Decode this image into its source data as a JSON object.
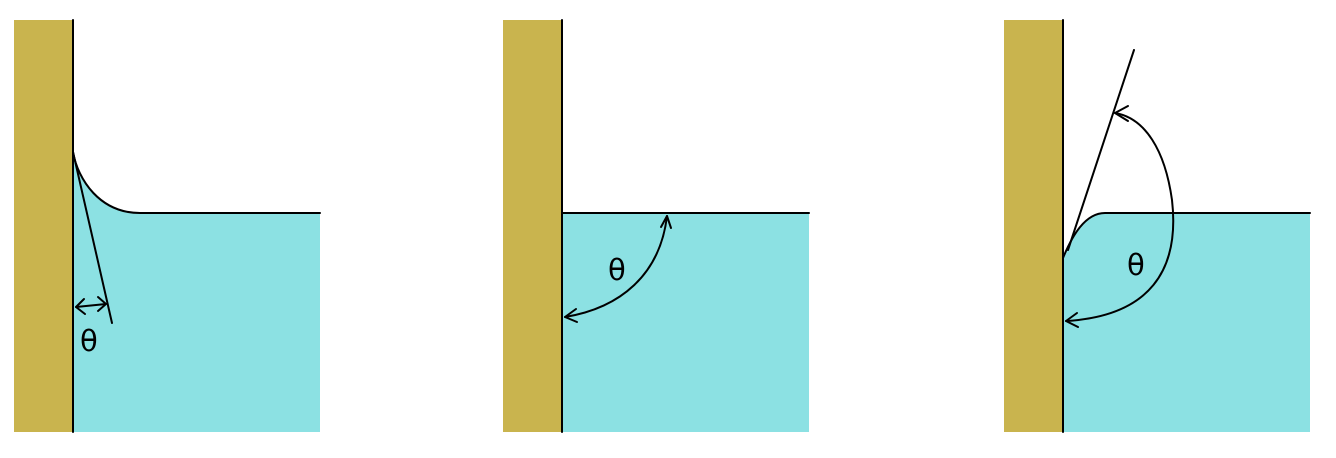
{
  "colors": {
    "wall": "#C9B44E",
    "liquid": "#8CE1E3",
    "line": "#000000",
    "background": "#FFFFFF"
  },
  "panels": [
    {
      "id": "panel-1",
      "angle_label": "θ",
      "contact_angle_deg": 12,
      "shape": "concave-meniscus"
    },
    {
      "id": "panel-2",
      "angle_label": "θ",
      "contact_angle_deg": 90,
      "shape": "flat"
    },
    {
      "id": "panel-3",
      "angle_label": "θ",
      "contact_angle_deg": 158,
      "shape": "convex-meniscus"
    }
  ]
}
